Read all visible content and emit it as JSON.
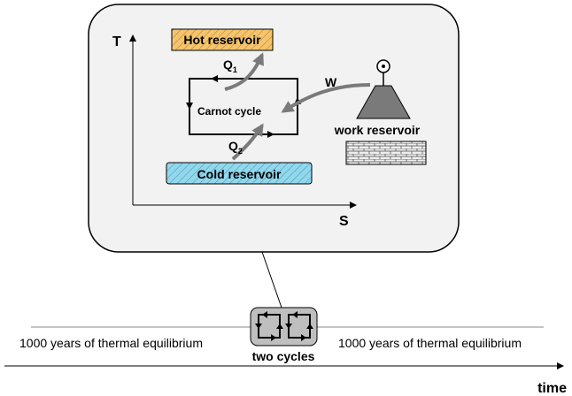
{
  "diagram": {
    "axes": {
      "y_label": "T",
      "x_label": "S"
    },
    "reservoirs": {
      "hot": {
        "label": "Hot reservoir",
        "fill": "#f6c46b"
      },
      "cold": {
        "label": "Cold reservoir",
        "fill": "#8fd8ee"
      },
      "work": {
        "label": "work reservoir"
      }
    },
    "heat_flows": {
      "q1_main": "Q",
      "q1_sub": "1",
      "q2_main": "Q",
      "q2_sub": "2",
      "work": "W"
    },
    "cycle": {
      "label": "Carnot cycle"
    },
    "timeline": {
      "left_text": "1000 years of thermal equilibrium",
      "right_text": "1000 years of thermal equilibrium",
      "middle_label": "two cycles",
      "axis_label": "time"
    }
  }
}
